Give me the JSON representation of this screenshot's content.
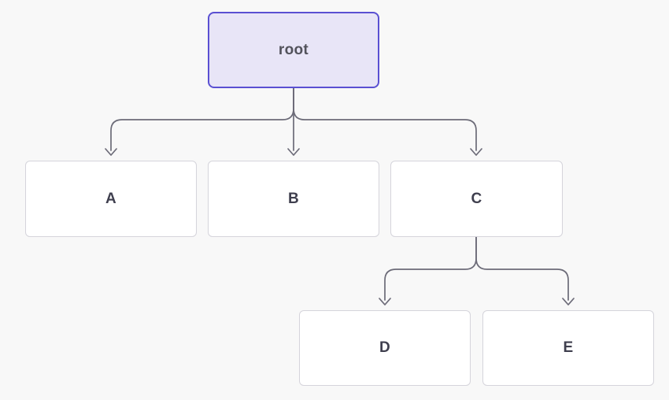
{
  "diagram": {
    "type": "tree",
    "title": "",
    "colors": {
      "background": "#f8f8f8",
      "root_fill": "#e8e5f7",
      "root_border": "#5a50d2",
      "node_fill": "#ffffff",
      "node_border": "#d5d4db",
      "edge": "#6c6b78",
      "root_text": "#52525b",
      "node_text": "#3f3f4e"
    },
    "nodes": [
      {
        "id": "root",
        "label": "root",
        "parent": null
      },
      {
        "id": "a",
        "label": "A",
        "parent": "root"
      },
      {
        "id": "b",
        "label": "B",
        "parent": "root"
      },
      {
        "id": "c",
        "label": "C",
        "parent": "root"
      },
      {
        "id": "d",
        "label": "D",
        "parent": "c"
      },
      {
        "id": "e",
        "label": "E",
        "parent": "c"
      }
    ],
    "edges": [
      {
        "from": "root",
        "to": "a"
      },
      {
        "from": "root",
        "to": "b"
      },
      {
        "from": "root",
        "to": "c"
      },
      {
        "from": "c",
        "to": "d"
      },
      {
        "from": "c",
        "to": "e"
      }
    ]
  }
}
